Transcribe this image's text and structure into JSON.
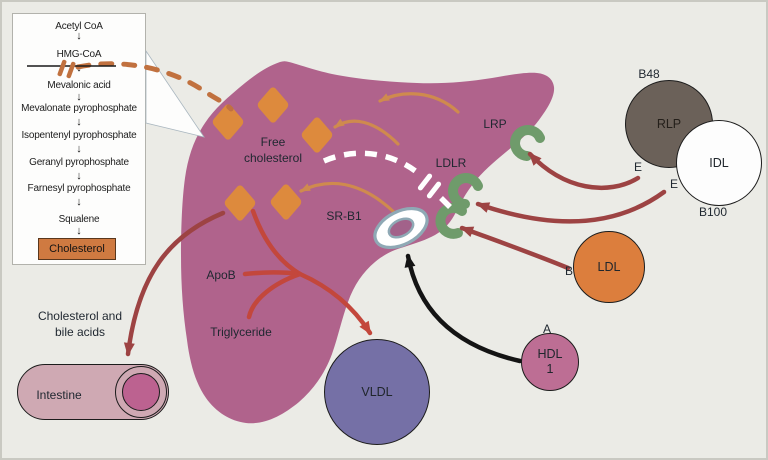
{
  "glyphs": {
    "down_arrow": "↓"
  },
  "pathway_box": {
    "steps": [
      "Acetyl CoA",
      "HMG-CoA",
      "Mevalonic acid",
      "Mevalonate pyrophosphate",
      "Isopentenyl pyrophosphate",
      "Geranyl pyrophosphate",
      "Farnesyl pyrophosphate",
      "Squalene"
    ],
    "product": "Cholesterol"
  },
  "liver": {
    "free_cholesterol_line1": "Free",
    "free_cholesterol_line2": "cholesterol",
    "srb1_label": "SR-B1",
    "ldlr_label": "LDLR",
    "lrp_label": "LRP",
    "apob_label": "ApoB",
    "triglyceride_label": "Triglyceride"
  },
  "particles": {
    "rlp": {
      "label": "RLP",
      "apo_b48": "B48",
      "apo_e": "E"
    },
    "idl": {
      "label": "IDL",
      "apo_e": "E",
      "apo_b100": "B100"
    },
    "ldl": {
      "label": "LDL",
      "apo_b": "B"
    },
    "hdl": {
      "label_line1": "HDL",
      "label_line2": "1",
      "apo_a": "A"
    },
    "vldl": {
      "label": "VLDL"
    }
  },
  "intestine_label": "Intestine",
  "bile_route": {
    "line1": "Cholesterol and",
    "line2": "bile acids"
  },
  "colors": {
    "background": "#ebebe6",
    "liver": "#b0638c",
    "cholesterol_diamond": "#dd8a3d",
    "receptor_green": "#6f9b6b",
    "vldl": "#7570a6",
    "hdl": "#bd6e94",
    "ldl": "#dc7e3d",
    "rlp": "#6b6159",
    "idl": "#ffffff",
    "intestine": "#cfa9b3",
    "intestine_lumen": "#bc6290",
    "arrow_dark_red": "#9d4343",
    "arrow_bright_red": "#c3473c",
    "arrow_tan": "#cf8a4e",
    "arrow_black": "#141414",
    "synthesis_dash_orange": "#c1713f",
    "feedback_dash_white": "#ffffff",
    "vesicle_ring_blue": "#8fa9b5",
    "product_box_orange": "#cf7a41"
  }
}
